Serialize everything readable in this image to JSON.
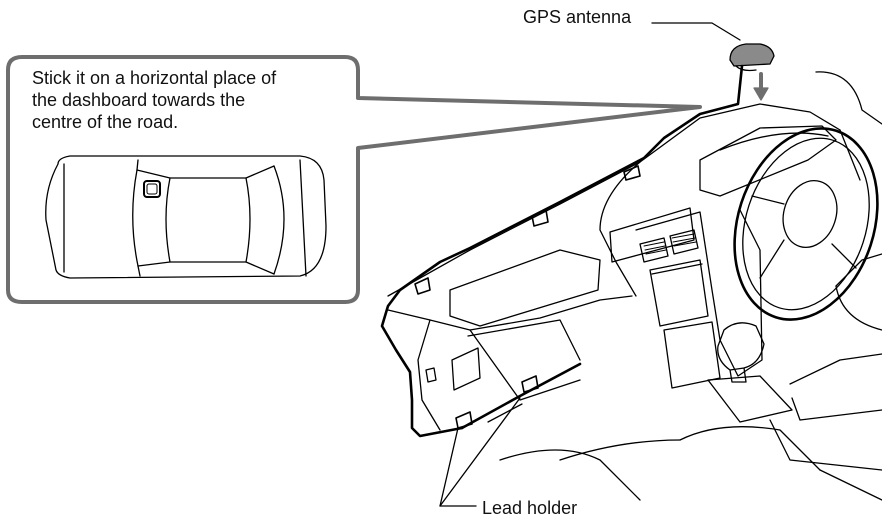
{
  "labels": {
    "gps_antenna": "GPS antenna",
    "lead_holder": "Lead holder"
  },
  "callout": {
    "lines": [
      "Stick it on a horizontal place of",
      "the dashboard towards the",
      "centre of the road."
    ]
  },
  "colors": {
    "line": "#000000",
    "callout_border": "#6e6e6e",
    "arrow": "#6e6e6e",
    "antenna_fill": "#8a8a8a"
  }
}
